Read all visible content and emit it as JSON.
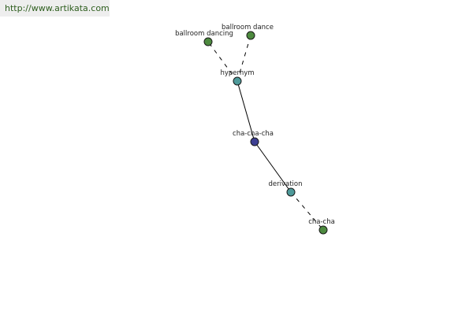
{
  "watermark": {
    "text": "http://www.artikata.com"
  },
  "colors": {
    "center_node": "#3d3f92",
    "relation_node": "#4e9a9a",
    "term_node": "#4d8a3f"
  },
  "graph": {
    "center": "cha-cha-cha",
    "nodes": [
      {
        "id": "ballroom_dancing",
        "label": "ballroom dancing",
        "kind": "term"
      },
      {
        "id": "ballroom_dance",
        "label": "ballroom dance",
        "kind": "term"
      },
      {
        "id": "hypernym",
        "label": "hypernym",
        "kind": "relation"
      },
      {
        "id": "cha_cha_cha",
        "label": "cha-cha-cha",
        "kind": "center"
      },
      {
        "id": "derivation",
        "label": "derivation",
        "kind": "relation"
      },
      {
        "id": "cha_cha",
        "label": "cha-cha",
        "kind": "term"
      }
    ],
    "edges": [
      {
        "from": "hypernym",
        "to": "ballroom_dancing",
        "style": "dashed"
      },
      {
        "from": "hypernym",
        "to": "ballroom_dance",
        "style": "dashed"
      },
      {
        "from": "cha_cha_cha",
        "to": "hypernym",
        "style": "solid"
      },
      {
        "from": "cha_cha_cha",
        "to": "derivation",
        "style": "solid"
      },
      {
        "from": "derivation",
        "to": "cha_cha",
        "style": "dashed"
      }
    ]
  }
}
